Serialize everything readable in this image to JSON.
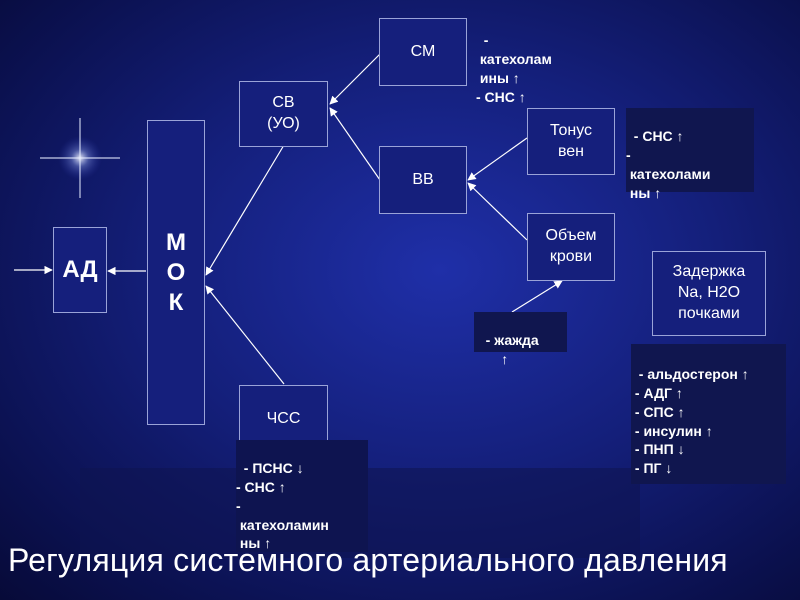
{
  "diagram": {
    "nodes": {
      "ad": "АД",
      "mok": "М\nО\nК",
      "sv": "СВ\n(УО)",
      "chss": "ЧСС",
      "sm": "СМ",
      "vv": "ВВ",
      "tonus": "Тонус\nвен",
      "obem": "Объем\nкрови",
      "zaderzhka": "Задержка\nNa, H2O\nпочками"
    },
    "notes": {
      "sm_factors": "-\n катехолам\n ины ↑\n- СНС ↑",
      "tonus_factors": "- СНС ↑\n-\n катехолами\n ны ↑",
      "obem_factors": " - жажда\n       ↑",
      "zaderzhka_factors": "- альдостерон ↑\n - АДГ ↑\n - СПС ↑\n - инсулин ↑\n - ПНП ↓\n - ПГ ↓",
      "chss_factors": "- ПСНС ↓\n- СНС ↑\n-\n катехоламин\n ны ↑"
    },
    "title": "Регуляция системного артериального давления"
  },
  "colors": {
    "background": "#141f7a",
    "box_fill": "#151f7c",
    "box_border": "#9aa3d8",
    "note_fill": "#10164f",
    "text": "#ffffff",
    "line": "#ffffff"
  }
}
